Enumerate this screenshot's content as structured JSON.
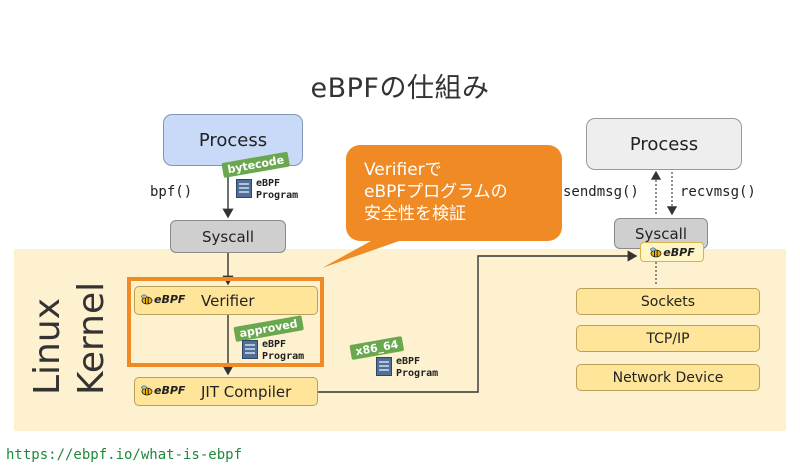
{
  "title": "eBPFの仕組み",
  "kernel_label": "Linux\nKernel",
  "left": {
    "process": "Process",
    "bpf_call": "bpf()",
    "bytecode_tag": "bytecode",
    "program_label": "eBPF\nProgram",
    "syscall": "Syscall",
    "verifier": "Verifier",
    "approved_tag": "approved",
    "jit": "JIT Compiler",
    "ebpf_logo": "eBPF"
  },
  "middle": {
    "arch_tag": "x86_64",
    "program_label": "eBPF\nProgram"
  },
  "callout": {
    "lines": [
      "Verifierで",
      "eBPFプログラムの",
      "安全性を検証"
    ]
  },
  "right": {
    "process": "Process",
    "sendmsg": "sendmsg()",
    "recvmsg": "recvmsg()",
    "syscall": "Syscall",
    "ebpf_logo": "eBPF",
    "sockets": "Sockets",
    "tcpip": "TCP/IP",
    "netdev": "Network Device"
  },
  "source_link": "https://ebpf.io/what-is-ebpf",
  "colors": {
    "accent_orange": "#ef8a24",
    "tag_green": "#6aa84f",
    "kernel_bg": "#fdf1cf",
    "process_blue": "#c9daf8",
    "box_yellow": "#ffe59a",
    "link_green": "#1b8a3a"
  }
}
